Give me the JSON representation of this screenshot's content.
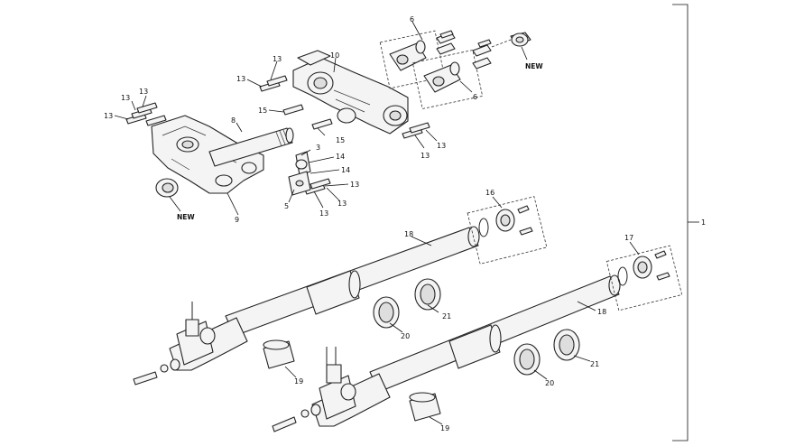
{
  "labels": {
    "assembly": "1",
    "n3": "3",
    "n5": "5",
    "n6a": "6",
    "n6b": "6",
    "n8": "8",
    "n9": "9",
    "n10": "10",
    "n13": "13",
    "n14": "14",
    "n15": "15",
    "n16": "16",
    "n17": "17",
    "n18": "18",
    "n19": "19",
    "n20": "20",
    "n21": "21",
    "new": "NEW"
  }
}
